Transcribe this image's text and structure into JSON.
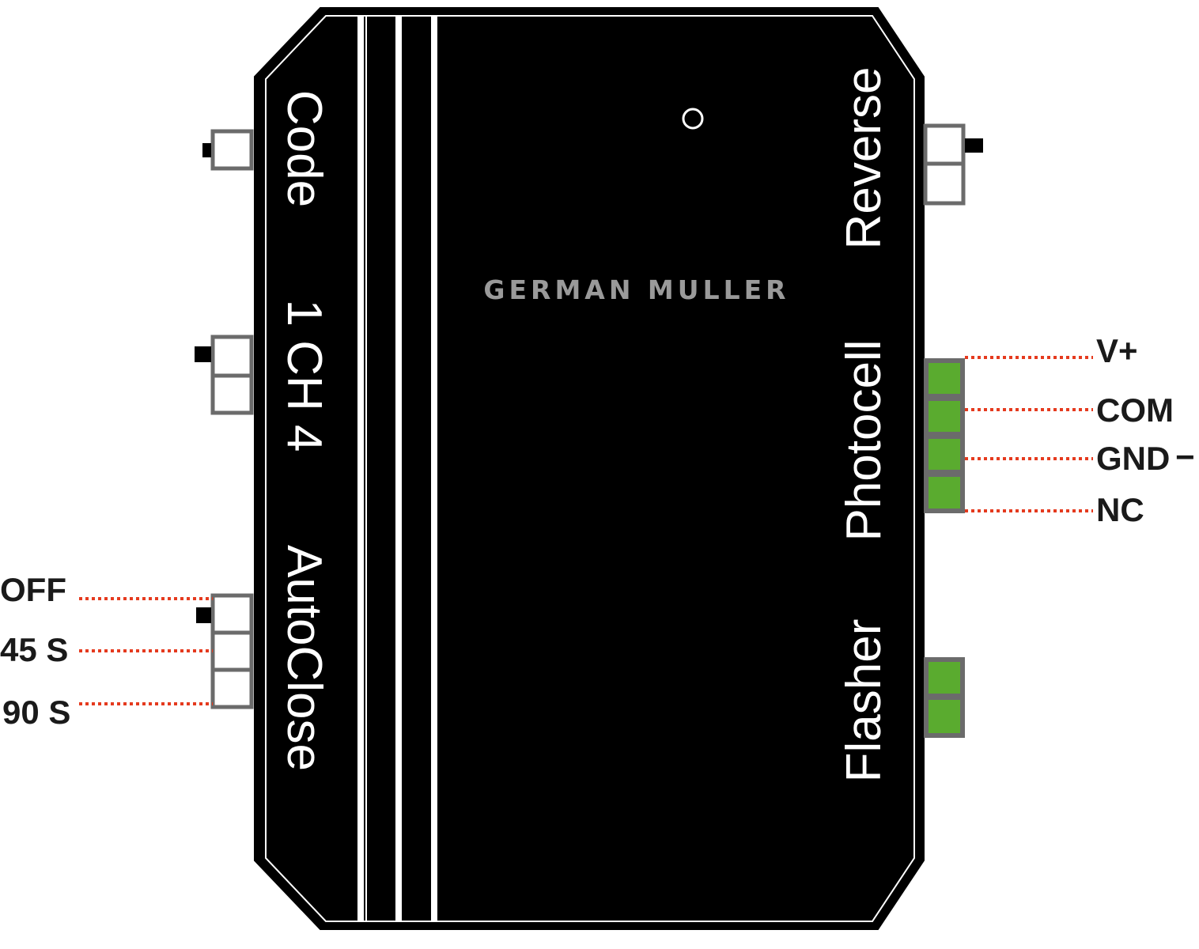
{
  "device": {
    "brand": "GERMAN MULLER"
  },
  "left_labels": {
    "code": "Code",
    "ch": "1 CH 4",
    "autoclose": "AutoClose"
  },
  "right_labels": {
    "reverse": "Reverse",
    "photocell": "Photocell",
    "flasher": "Flasher"
  },
  "autoclose_options": [
    "OFF",
    "45 S",
    "90 S"
  ],
  "photocell_pins": [
    "V+",
    "COM",
    "GND",
    "NC"
  ],
  "gnd_symbol": "−",
  "colors": {
    "body": "#000000",
    "terminal_green": "#5aab2f",
    "wire_red": "#e53a1e",
    "connector_gray": "#6b6b6b"
  }
}
